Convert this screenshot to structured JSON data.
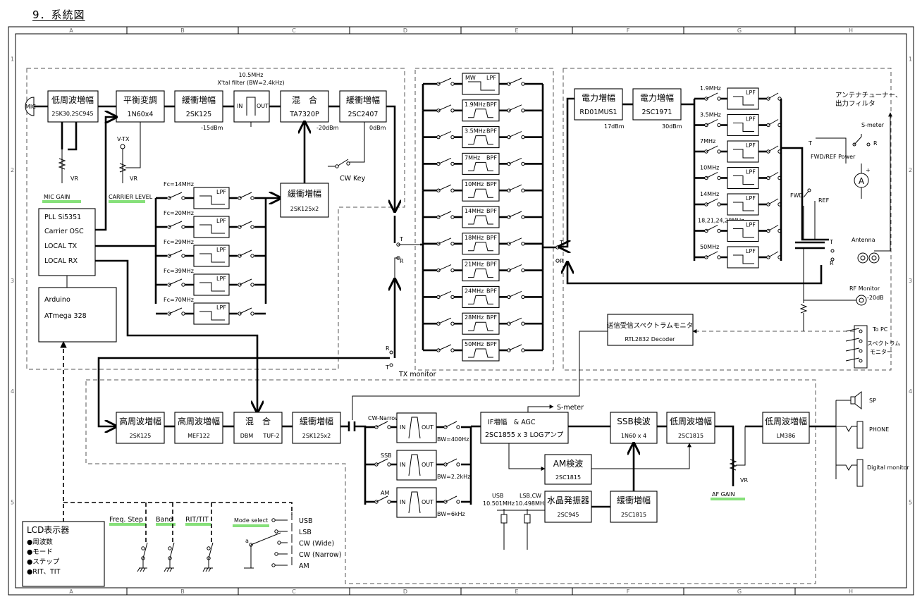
{
  "title": "9．系統図",
  "grid": {
    "columns": [
      "A",
      "B",
      "C",
      "D",
      "E",
      "F",
      "G",
      "H"
    ],
    "rows": [
      "1",
      "2",
      "3",
      "4",
      "5"
    ]
  },
  "tx": {
    "mic": "MIC",
    "af_amp": {
      "title": "低周波増幅",
      "part": "2SK30,2SC945"
    },
    "balanced_mod": {
      "title": "平衡変調",
      "part": "1N60x4"
    },
    "buffer1": {
      "title": "緩衝増幅",
      "part": "2SK125",
      "level": "-15dBm"
    },
    "xtal_filter": {
      "title1": "10.5MHz",
      "title2": "X'tal filter (BW=2.4kHz)",
      "in": "IN",
      "out": "OUT"
    },
    "mixer": {
      "title": "混　合",
      "part": "TA7320P",
      "level": "-20dBm"
    },
    "buffer2": {
      "title": "緩衝増幅",
      "part": "2SC2407",
      "level": "0dBm"
    },
    "cw_key": "CW Key",
    "vtx": "V-TX",
    "vr": "VR",
    "mic_gain": "MIC GAIN",
    "carrier_level": "CARRIER LEVEL"
  },
  "pll": {
    "line1": "PLL  Si5351",
    "line2": "Carrier OSC",
    "line3": "LOCAL TX",
    "line4": "LOCAL RX"
  },
  "arduino": {
    "line1": "Arduino",
    "line2": "ATmega 328"
  },
  "lo_filters": {
    "items": [
      "Fc=14MHz",
      "Fc=20MHz",
      "Fc=29MHz",
      "Fc=39MHz",
      "Fc=70MHz"
    ],
    "lpf": "LPF"
  },
  "lo_buffer": {
    "title": "緩衝増幅",
    "part": "2SK125x2"
  },
  "bpf_bank": {
    "mw": "MW",
    "lpf": "LPF",
    "bpf": "BPF",
    "bands": [
      "1.9MHz",
      "3.5MHz",
      "7MHz",
      "10MHz",
      "14MHz",
      "18MHz",
      "21MHz",
      "24MHz",
      "28MHz",
      "50MHz"
    ]
  },
  "switch_labels": {
    "t": "T",
    "r": "R"
  },
  "power": {
    "amp1": {
      "title": "電力増幅",
      "part": "RD01MUS1",
      "level": "17dBm"
    },
    "amp2": {
      "title": "電力増幅",
      "part": "2SC1971",
      "level": "30dBm"
    }
  },
  "out_lpf": {
    "bands": [
      "1.9MHz",
      "3.5MHz",
      "7MHz",
      "10MHz",
      "14MHz",
      "18,21,24,28MHz",
      "50MHz"
    ],
    "lpf": "LPF"
  },
  "antenna": {
    "tuner1": "アンテナチューナー、",
    "tuner2": "出力フィルタ",
    "smeter": "S-meter",
    "fwd_ref_power": "FWD/REF Power",
    "fwd": "FWD",
    "ref": "REF",
    "meter": "A",
    "plus": "+",
    "antenna": "Antenna",
    "rf_monitor": "RF Monitor",
    "rf_level": "-20dB"
  },
  "spectrum": {
    "title": "送信受信スペクトラムモニタ",
    "part": "RTL2832 Decoder",
    "to_pc": "To PC",
    "monitor1": "スペクトラム",
    "monitor2": "モニター",
    "tx_monitor": "TX monitor"
  },
  "rx": {
    "rf1": {
      "title": "高周波増幅",
      "part": "2SK125"
    },
    "rf2": {
      "title": "高周波増幅",
      "part": "MEF122"
    },
    "mixer": {
      "title": "混　合",
      "part1": "DBM",
      "part2": "TUF-2"
    },
    "buffer": {
      "title": "緩衝増幅",
      "part": "2SK125x2"
    },
    "filters": [
      {
        "name": "CW-Narrow",
        "bw": "BW=400Hz"
      },
      {
        "name": "SSB",
        "bw": "BW=2.2kHz"
      },
      {
        "name": "AM",
        "bw": "BW=6kHz"
      }
    ],
    "if_amp": {
      "title": "IF増幅　& AGC",
      "part": "2SC1855 x 3 LOGアンプ"
    },
    "smeter": "S-meter",
    "am_det": {
      "title": "AM検波",
      "part": "2SC1815"
    },
    "ssb_det": {
      "title": "SSB検波",
      "part": "1N60 x 4"
    },
    "af_amp1": {
      "title": "低周波増幅",
      "part": "2SC1815"
    },
    "af_amp2": {
      "title": "低周波増幅",
      "part": "LM386"
    },
    "xtal_osc": {
      "title": "水晶発振器",
      "part": "2SC945"
    },
    "bfo_buffer": {
      "title": "緩衝増幅",
      "part": "2SC1815"
    },
    "usb_xtal": {
      "name": "USB",
      "freq": "10.501MHz"
    },
    "lsb_xtal": {
      "name": "LSB,CW",
      "freq": "10.498MHz"
    },
    "af_gain": "AF GAIN",
    "vr": "VR",
    "sp": "SP",
    "phone": "PHONE",
    "digital_monitor": "Digital monitor"
  },
  "control": {
    "lcd": {
      "title": "LCD表示器",
      "items": [
        "●周波数",
        "●モード",
        "●ステップ",
        "●RIT、TIT"
      ]
    },
    "freq_step": "Freq. Step",
    "band": "Band",
    "rit_tit": "RIT/TIT",
    "mode_select": "Mode select",
    "a": "a",
    "modes": [
      "USB",
      "LSB",
      "CW (Wide)",
      "CW (Narrow)",
      "AM"
    ]
  }
}
